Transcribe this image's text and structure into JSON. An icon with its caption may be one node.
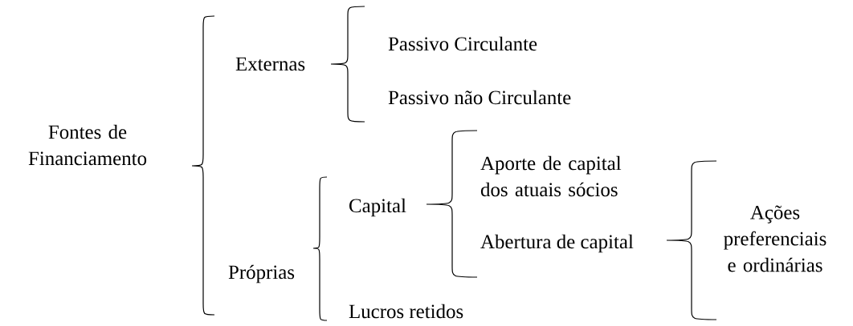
{
  "diagram": {
    "nodes": [
      {
        "text": [
          "Fontes de Financiamento"
        ]
      },
      {
        "text": [
          "Externas"
        ]
      },
      {
        "text": [
          "Passivo Circulante"
        ]
      },
      {
        "text": [
          "Passivo não Circulante"
        ]
      },
      {
        "text": [
          "Próprias"
        ]
      },
      {
        "text": [
          "Capital"
        ]
      },
      {
        "text": [
          "Aporte de capital dos atuais sócios"
        ]
      },
      {
        "text": [
          "Abertura de capital"
        ]
      },
      {
        "text": [
          "Ações preferenciais e ordinárias"
        ]
      },
      {
        "text": [
          "Lucros retidos"
        ]
      }
    ]
  }
}
